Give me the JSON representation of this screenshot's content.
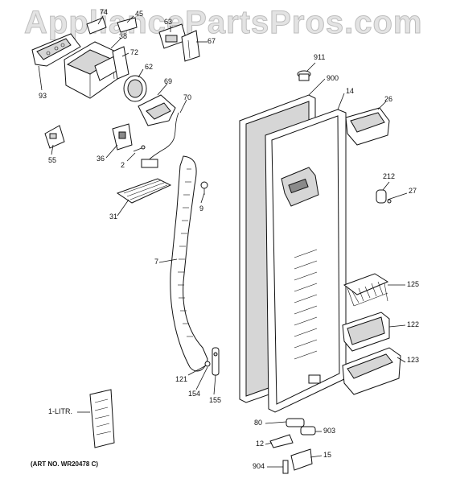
{
  "watermark": "AppliancePartsPros.com",
  "art_number": "(ART NO. WR20478 C)",
  "callouts": {
    "c74": "74",
    "c45": "45",
    "c38": "38",
    "c63": "63",
    "c67": "67",
    "c72": "72",
    "c62": "62",
    "c93": "93",
    "c69": "69",
    "c70": "70",
    "c911": "911",
    "c900": "900",
    "c14": "14",
    "c26": "26",
    "c55": "55",
    "c36": "36",
    "c2": "2",
    "c212": "212",
    "c27": "27",
    "c9": "9",
    "c31": "31",
    "c7": "7",
    "c125": "125",
    "c122": "122",
    "c123": "123",
    "c121": "121",
    "c154": "154",
    "c155": "155",
    "c1litr": "1-LITR.",
    "c80": "80",
    "c903": "903",
    "c12": "12",
    "c15": "15",
    "c904": "904"
  }
}
